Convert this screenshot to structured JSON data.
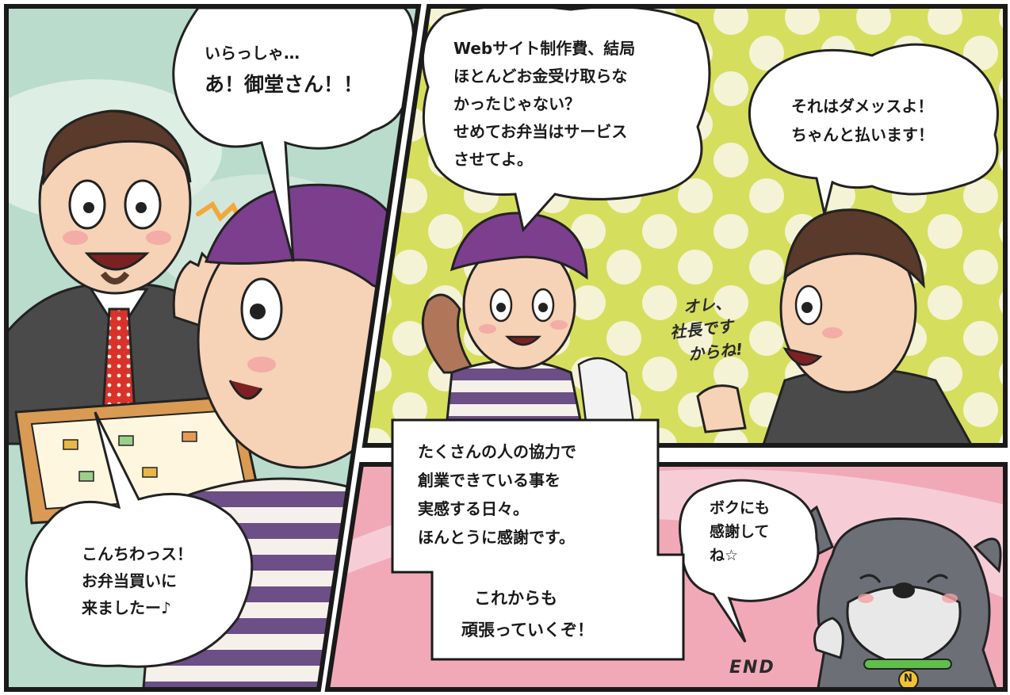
{
  "panel1": {
    "bubble_top": {
      "line1": "いらっしゃ…",
      "line2": "あ！御堂さん！！"
    },
    "bubble_bottom": {
      "line1": "こんちわっス！",
      "line2": "お弁当買いに",
      "line3": "来ましたー♪"
    }
  },
  "panel2": {
    "bubble_left": {
      "line1": "Webサイト制作費、結局",
      "line2": "ほとんどお金受け取らな",
      "line3": "かったじゃない？",
      "line4": "せめてお弁当はサービス",
      "line5": "させてよ。"
    },
    "bubble_right": {
      "line1": "それはダメッスよ！",
      "line2": "ちゃんと払います！"
    },
    "handwritten": {
      "line1": "オレ、",
      "line2": "社長です",
      "line3": "からね!"
    }
  },
  "panel3": {
    "narration1": {
      "line1": "たくさんの人の協力で",
      "line2": "創業できている事を",
      "line3": "実感する日々。",
      "line4": "ほんとうに感謝です。"
    },
    "narration2": {
      "line1": "これからも",
      "line2": "頑張っていくぞ！"
    },
    "bubble_dog": {
      "line1": "ボクにも",
      "line2": "感謝して",
      "line3": "ね☆"
    },
    "end_text": "END",
    "collar_badge": "N"
  },
  "colors": {
    "sky": "#b9dccd",
    "lime": "#d6de5e",
    "pink": "#f1a9b8",
    "suit": "#4a4a4a",
    "cap": "#7b3f8e",
    "tie": "#d8322a",
    "skin": "#f6d2b6"
  }
}
